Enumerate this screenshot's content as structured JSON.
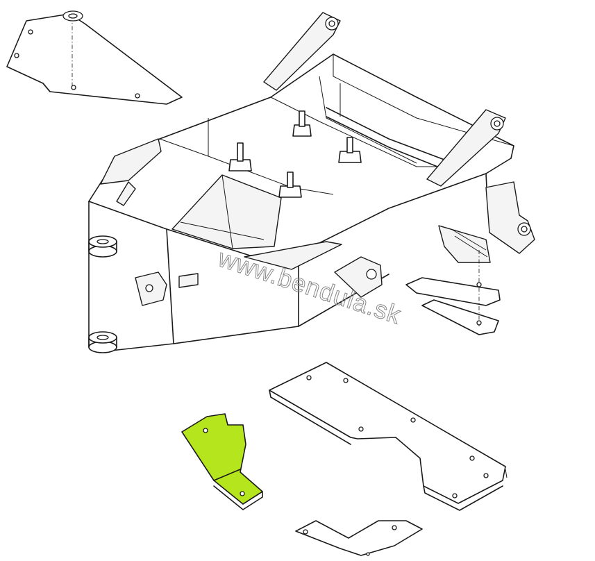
{
  "watermark": {
    "text": "www.bendula.sk"
  },
  "highlight_color": "#b5e61d",
  "line_color": "#1a1a1a",
  "background_color": "#ffffff",
  "parts": [
    {
      "id": "top-left-plate"
    },
    {
      "id": "main-frame"
    },
    {
      "id": "right-bracket-plate"
    },
    {
      "id": "large-bottom-plate"
    },
    {
      "id": "highlighted-plate"
    },
    {
      "id": "small-bottom-plate"
    }
  ]
}
